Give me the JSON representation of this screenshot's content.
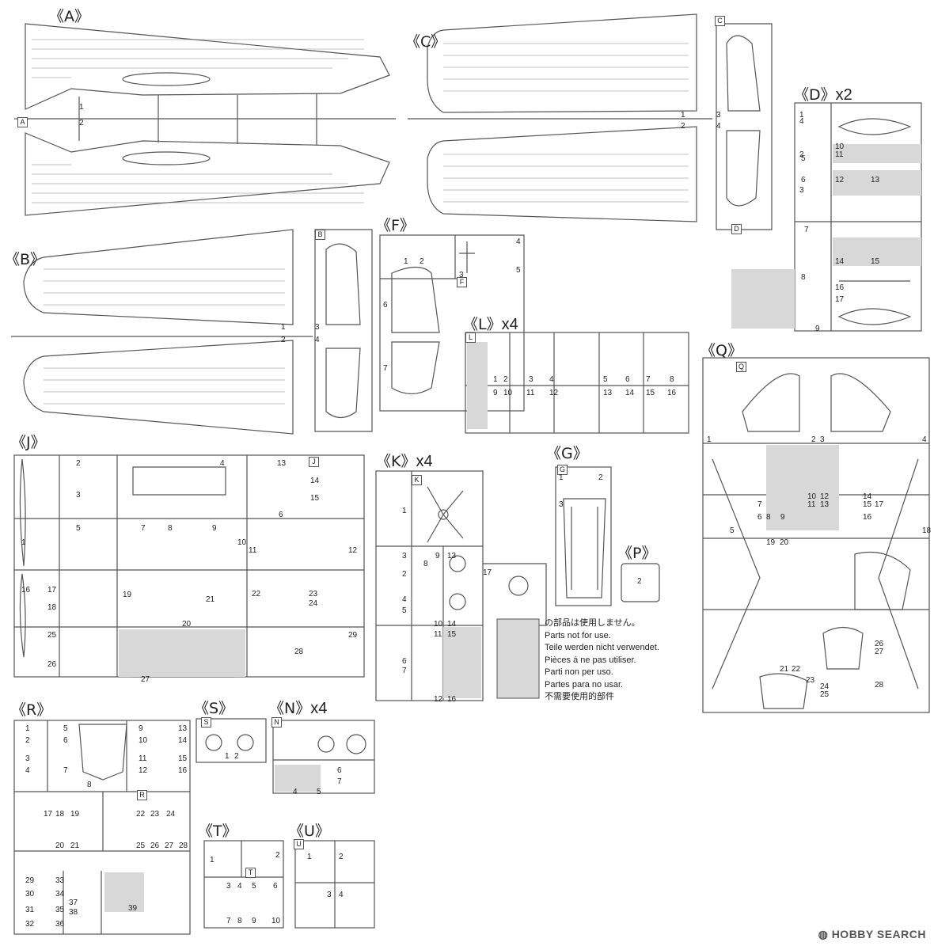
{
  "sprues": {
    "A": {
      "label": "《A》",
      "tag": "A",
      "parts": [
        "1",
        "2"
      ]
    },
    "B": {
      "label": "《B》",
      "tag": "B",
      "parts": [
        "1",
        "2",
        "3",
        "4"
      ]
    },
    "C": {
      "label": "《C》",
      "tag": "C",
      "parts": [
        "1",
        "2",
        "3",
        "4"
      ]
    },
    "D": {
      "label": "《D》",
      "qty": "x2",
      "tag": "D",
      "parts": [
        "1",
        "2",
        "3",
        "4",
        "5",
        "6",
        "7",
        "8",
        "9",
        "10",
        "11",
        "12",
        "13",
        "14",
        "15",
        "16",
        "17"
      ]
    },
    "F": {
      "label": "《F》",
      "tag": "F",
      "parts": [
        "1",
        "2",
        "3",
        "4",
        "5",
        "6",
        "7"
      ]
    },
    "L": {
      "label": "《L》",
      "qty": "x4",
      "tag": "L",
      "parts": [
        "1",
        "2",
        "3",
        "4",
        "5",
        "6",
        "7",
        "8",
        "9",
        "10",
        "11",
        "12",
        "13",
        "14",
        "15",
        "16"
      ]
    },
    "Q": {
      "label": "《Q》",
      "tag": "Q",
      "parts": [
        "1",
        "2",
        "3",
        "4",
        "5",
        "6",
        "7",
        "8",
        "9",
        "10",
        "11",
        "12",
        "13",
        "14",
        "15",
        "16",
        "17",
        "18",
        "19",
        "20",
        "21",
        "22",
        "23",
        "24",
        "25",
        "26",
        "27",
        "28"
      ]
    },
    "J": {
      "label": "《J》",
      "tag": "J",
      "parts": [
        "1",
        "2",
        "3",
        "4",
        "5",
        "6",
        "7",
        "8",
        "9",
        "10",
        "11",
        "12",
        "13",
        "14",
        "15",
        "16",
        "17",
        "18",
        "19",
        "20",
        "21",
        "22",
        "23",
        "24",
        "25",
        "26",
        "27",
        "28",
        "29"
      ]
    },
    "K": {
      "label": "《K》",
      "qty": "x4",
      "tag": "K",
      "parts": [
        "1",
        "2",
        "3",
        "4",
        "5",
        "6",
        "7",
        "8",
        "9",
        "10",
        "11",
        "12",
        "13",
        "14",
        "15",
        "16",
        "17"
      ]
    },
    "G": {
      "label": "《G》",
      "tag": "G",
      "parts": [
        "1",
        "2",
        "3"
      ]
    },
    "P": {
      "label": "《P》",
      "parts": [
        "2"
      ]
    },
    "R": {
      "label": "《R》",
      "tag": "R",
      "parts": [
        "1",
        "2",
        "3",
        "4",
        "5",
        "6",
        "7",
        "8",
        "9",
        "10",
        "11",
        "12",
        "13",
        "14",
        "15",
        "16",
        "17",
        "18",
        "19",
        "20",
        "21",
        "22",
        "23",
        "24",
        "25",
        "26",
        "27",
        "28",
        "29",
        "30",
        "31",
        "32",
        "33",
        "34",
        "35",
        "36",
        "37",
        "38",
        "39"
      ]
    },
    "S": {
      "label": "《S》",
      "tag": "S",
      "parts": [
        "1",
        "2"
      ]
    },
    "N": {
      "label": "《N》",
      "qty": "x4",
      "tag": "N",
      "parts": [
        "4",
        "5",
        "6",
        "7"
      ]
    },
    "T": {
      "label": "《T》",
      "tag": "T",
      "parts": [
        "1",
        "2",
        "3",
        "4",
        "5",
        "6",
        "7",
        "8",
        "9",
        "10"
      ]
    },
    "U": {
      "label": "《U》",
      "tag": "U",
      "parts": [
        "1",
        "2",
        "3",
        "4"
      ]
    }
  },
  "notice": {
    "lines": [
      "の部品は使用しません。",
      "Parts not for use.",
      "Teile werden nicht verwendet.",
      "Pièces á ne pas utiliser.",
      "Parti non per uso.",
      "Partes para no usar.",
      "不需要使用的部件"
    ]
  },
  "watermark": "HOBBY SEARCH",
  "colors": {
    "line": "#555555",
    "unused_fill": "#d8d8d8"
  }
}
